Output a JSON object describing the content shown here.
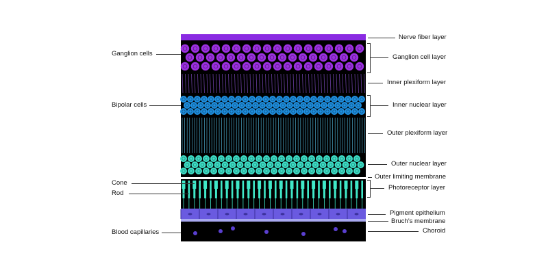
{
  "left_labels": {
    "ganglion": "Ganglion cells",
    "bipolar": "Bipolar cells",
    "cone": "Cone",
    "rod": "Rod",
    "blood": "Blood capillaries"
  },
  "right_labels": {
    "nerve_fiber": "Nerve fiber layer",
    "ganglion_cell": "Ganglion cell layer",
    "inner_plexiform": "Inner plexiform layer",
    "inner_nuclear": "Inner nuclear layer",
    "outer_plexiform": "Outer plexiform layer",
    "outer_nuclear": "Outer nuclear layer",
    "outer_limiting": "Outer limiting membrane",
    "photoreceptor": "Photoreceptor layer",
    "pigment": "Pigment epithelium",
    "bruch": "Bruch's membrane",
    "choroid": "Choroid"
  },
  "colors": {
    "background": "#000000",
    "nerve_fiber": "#8a2be2",
    "ganglion": "#9b30e0",
    "plexiform": "#6a3fa0",
    "bipolar": "#1e8fe0",
    "outer_plexiform": "#4aa7c8",
    "outer_nuclear": "#3de0c8",
    "photoreceptor": "#40e8c8",
    "pigment": "#6a5ae0",
    "bruch": "#8f8fe8",
    "capillary": "#5a3fd0"
  }
}
